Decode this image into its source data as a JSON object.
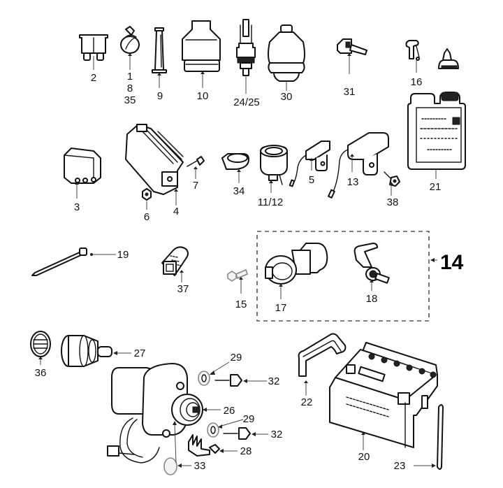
{
  "diagram": {
    "title": "Electrical parts exploded view",
    "group_label": "14",
    "parts": [
      {
        "id": "fuse",
        "callout": "2",
        "description": "blade fuse"
      },
      {
        "id": "hose-clip",
        "callout_lines": [
          "1",
          "8",
          "35"
        ],
        "description": "hose clip"
      },
      {
        "id": "fuse-holder",
        "callout": "9",
        "description": "fuse holder"
      },
      {
        "id": "rubber-boot",
        "callout": "10",
        "description": "rubber boot"
      },
      {
        "id": "brake-switch",
        "callout": "24/25",
        "description": "stop switch"
      },
      {
        "id": "horn-cover",
        "callout": "30",
        "description": "rubber cap"
      },
      {
        "id": "connector-31",
        "callout": "31",
        "description": "connector"
      },
      {
        "id": "clip-16",
        "callout": "16",
        "description": "clip"
      },
      {
        "id": "oil-bottle",
        "callout": "21",
        "description": "battery acid bottle"
      },
      {
        "id": "relay",
        "callout": "3",
        "description": "relay"
      },
      {
        "id": "regulator",
        "callout": "4",
        "description": "voltage regulator"
      },
      {
        "id": "nut",
        "callout": "6",
        "description": "nut"
      },
      {
        "id": "screw-7",
        "callout": "7",
        "description": "screw"
      },
      {
        "id": "clamp-34",
        "callout": "34",
        "description": "clamp"
      },
      {
        "id": "horn",
        "callout": "11/12",
        "description": "horn"
      },
      {
        "id": "sensor-5",
        "callout": "5",
        "description": "sensor"
      },
      {
        "id": "sensor-13",
        "callout": "13",
        "description": "sensor"
      },
      {
        "id": "bolt-38",
        "callout": "38",
        "description": "bolt"
      },
      {
        "id": "cable-tie",
        "callout": "19",
        "description": "cable tie"
      },
      {
        "id": "switch-37",
        "callout": "37",
        "description": "switch"
      },
      {
        "id": "bolt-15",
        "callout": "15",
        "description": "bolt"
      },
      {
        "id": "ignition-switch",
        "callout": "17",
        "description": "ignition switch"
      },
      {
        "id": "lock",
        "callout": "18",
        "description": "lock"
      },
      {
        "id": "spring",
        "callout": "36",
        "description": "spring"
      },
      {
        "id": "starter-drive",
        "callout": "27",
        "description": "starter drive"
      },
      {
        "id": "washer-29a",
        "callout": "29",
        "description": "washer"
      },
      {
        "id": "bolt-32a",
        "callout": "32",
        "description": "bolt"
      },
      {
        "id": "starter-motor",
        "callout": "26",
        "description": "starter motor"
      },
      {
        "id": "washer-29b",
        "callout": "29",
        "description": "washer"
      },
      {
        "id": "bolt-32b",
        "callout": "32",
        "description": "bolt"
      },
      {
        "id": "brush-holder",
        "callout": "28",
        "description": "brush holder"
      },
      {
        "id": "o-ring",
        "callout": "33",
        "description": "o-ring"
      },
      {
        "id": "battery-strap",
        "callout": "22",
        "description": "battery strap"
      },
      {
        "id": "battery",
        "callout": "20",
        "description": "battery"
      },
      {
        "id": "vent-hose",
        "callout": "23",
        "description": "vent hose"
      }
    ]
  }
}
